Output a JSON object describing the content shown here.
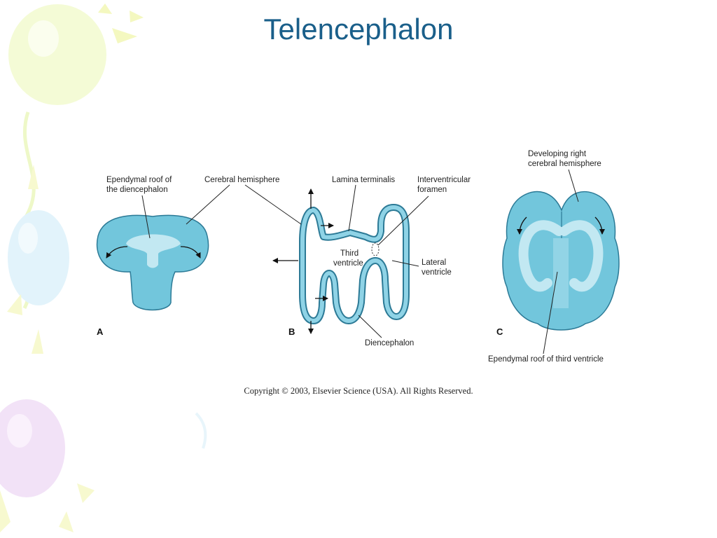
{
  "slide": {
    "title": "Telencephalon"
  },
  "figure": {
    "panels": {
      "a": "A",
      "b": "B",
      "c": "C"
    },
    "labels": {
      "ependymal_roof_diencephalon_1": "Ependymal roof of",
      "ependymal_roof_diencephalon_2": "the diencephalon",
      "cerebral_hemisphere": "Cerebral hemisphere",
      "lamina_terminalis": "Lamina terminalis",
      "interventricular_foramen_1": "Interventricular",
      "interventricular_foramen_2": "foramen",
      "third_ventricle_1": "Third",
      "third_ventricle_2": "ventricle",
      "lateral_ventricle_1": "Lateral",
      "lateral_ventricle_2": "ventricle",
      "diencephalon": "Diencephalon",
      "developing_right_hemisphere_1": "Developing right",
      "developing_right_hemisphere_2": "cerebral hemisphere",
      "ependymal_roof_third_ventricle": "Ependymal roof of third ventricle"
    },
    "colors": {
      "tissue": "#72c6dc",
      "outline": "#2c7a96",
      "ventricle": "#c2e8f2"
    }
  },
  "footer": {
    "copyright": "Copyright © 2003, Elsevier Science (USA). All Rights Reserved."
  }
}
